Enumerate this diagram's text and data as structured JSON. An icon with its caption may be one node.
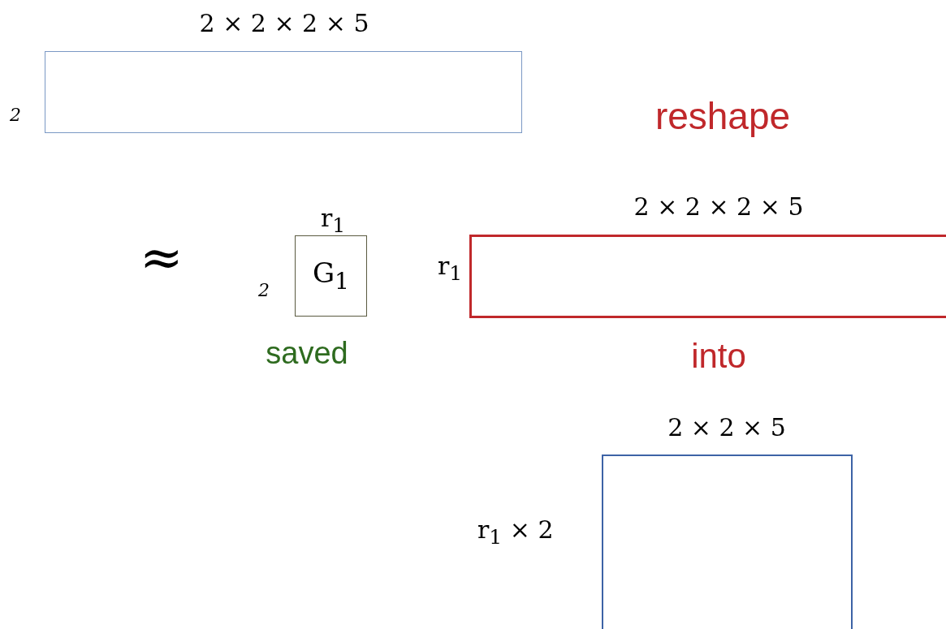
{
  "diagram": {
    "nodes": [
      {
        "text": [],
        "shape": "box",
        "beside": [
          "2 × 2 × 2 × 5",
          "2"
        ]
      },
      {
        "text": [
          "G$_{1}$"
        ],
        "beside": [
          "r$_{1}$",
          "2",
          "saved"
        ]
      },
      {
        "text": [],
        "shape": "box",
        "beside": [
          "2 × 2 × 2 × 5",
          "r$_{1}$"
        ]
      },
      {
        "text": [],
        "shape": "box",
        "beside": [
          "2 × 2 × 5",
          "r$_{1}$ × 2"
        ]
      }
    ],
    "labels": [
      "reshape",
      "≈",
      "into"
    ]
  }
}
